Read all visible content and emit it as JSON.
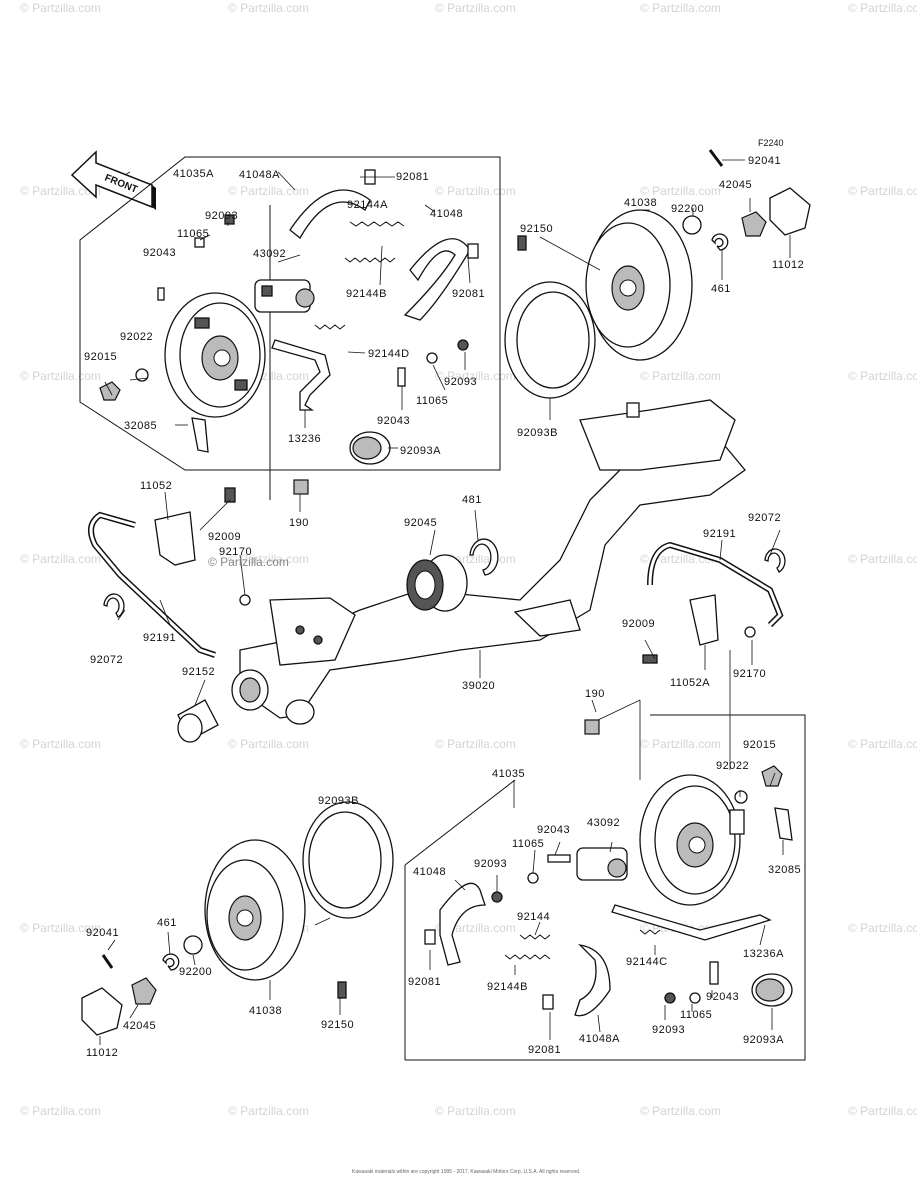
{
  "figure_code": "F2240",
  "front_label": "FRONT",
  "watermark": "© Partzilla.com",
  "copyright": "Kawasaki materials within are copyright 1995 - 2017, Kawasaki Motors Corp. U.S.A. All rights reserved.",
  "labels": {
    "p41035A": "41035A",
    "p41048A_top": "41048A",
    "p92081_top1": "92081",
    "p92093_topleft": "92093",
    "p92144A": "92144A",
    "p41048_top": "41048",
    "p11065_topleft": "11065",
    "p43092_top": "43092",
    "p92043_topleft": "92043",
    "p92144B_top": "92144B",
    "p92081_top2": "92081",
    "p92022_top": "92022",
    "p92015_top": "92015",
    "p92144D": "92144D",
    "p92093_top2": "92093",
    "p11065_top2": "11065",
    "p92043_top2": "92043",
    "p32085_top": "32085",
    "p13236": "13236",
    "p92093A_top": "92093A",
    "p92150_top": "92150",
    "p41038_top": "41038",
    "p92200_top": "92200",
    "p42045_top": "42045",
    "p92041_top": "92041",
    "p11012_top": "11012",
    "p461_top": "461",
    "p92093B_top": "92093B",
    "p11052": "11052",
    "p92009_left": "92009",
    "p92170_left": "92170",
    "p190_top": "190",
    "p92045": "92045",
    "p481": "481",
    "p92191_left": "92191",
    "p92072_left": "92072",
    "p92152": "92152",
    "p39020": "39020",
    "p92191_right": "92191",
    "p92072_right": "92072",
    "p92009_right": "92009",
    "p11052A": "11052A",
    "p92170_right": "92170",
    "p190_bottom": "190",
    "p41035": "41035",
    "p92015_bottom": "92015",
    "p92022_bottom": "92022",
    "p92093B_bottom": "92093B",
    "p92043_bottom1": "92043",
    "p43092_bottom": "43092",
    "p11065_bottom1": "11065",
    "p92093_bottom1": "92093",
    "p41048_bottom": "41048",
    "p32085_bottom": "32085",
    "p92144": "92144",
    "p13236A": "13236A",
    "p92144C": "92144C",
    "p92081_bottom1": "92081",
    "p92144B_bottom": "92144B",
    "p92043_bottom2": "92043",
    "p11065_bottom2": "11065",
    "p92093_bottom2": "92093",
    "p92081_bottom2": "92081",
    "p41048A_bottom": "41048A",
    "p92093A_bottom": "92093A",
    "p92041_bottom": "92041",
    "p461_bottom": "461",
    "p92200_bottom": "92200",
    "p41038_bottom": "41038",
    "p92150_bottom": "92150",
    "p42045_bottom": "42045",
    "p11012_bottom": "11012"
  }
}
